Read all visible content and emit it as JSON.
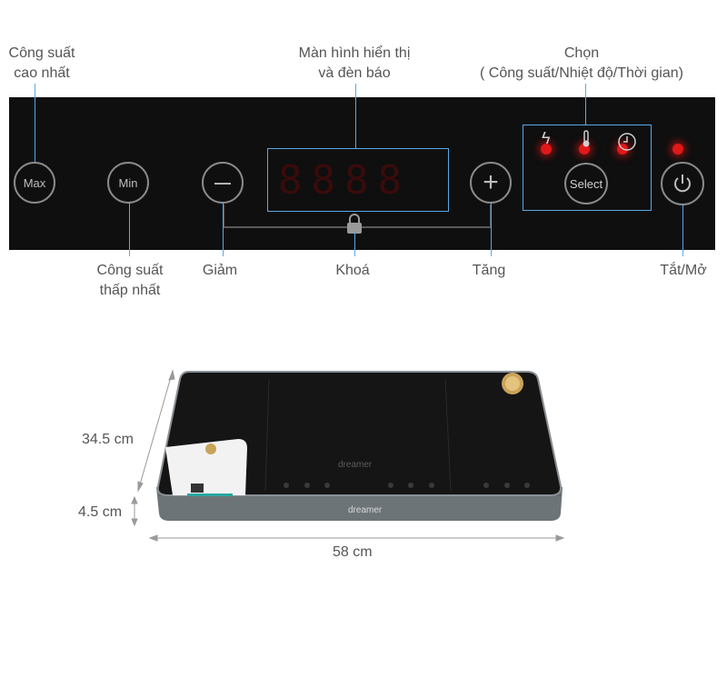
{
  "top_labels": {
    "max_power": "Công suất\ncao nhất",
    "display": "Màn hình hiển thị\nvà đèn báo",
    "select": "Chọn\n( Công suất/Nhiệt độ/Thời gian)"
  },
  "bottom_labels": {
    "min_power": "Công suất\nthấp nhất",
    "decrease": "Giảm",
    "lock": "Khoá",
    "increase": "Tăng",
    "power": "Tắt/Mở"
  },
  "buttons": {
    "max": "Max",
    "min": "Min",
    "minus": "—",
    "plus": "+",
    "select": "Select"
  },
  "display_digits": "8888",
  "icons": [
    "lightning-icon",
    "thermometer-icon",
    "clock-icon",
    "lock-icon",
    "power-icon"
  ],
  "dimensions": {
    "depth": "34.5 cm",
    "height": "4.5 cm",
    "width": "58 cm"
  },
  "product": {
    "brand": "dreamer"
  },
  "colors": {
    "leader_line": "#5aa9e6",
    "led": "#e01818",
    "panel": "#0f0f0f"
  }
}
